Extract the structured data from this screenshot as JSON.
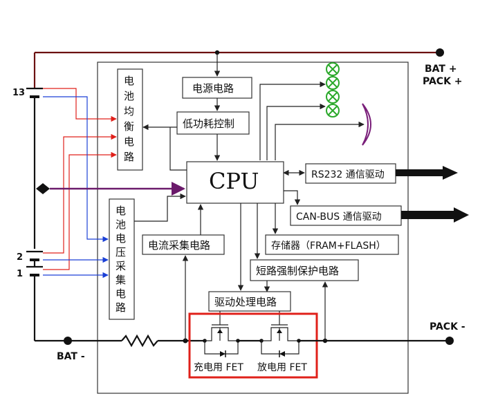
{
  "terminals": {
    "bat_plus": "BAT +",
    "pack_plus": "PACK +",
    "bat_minus": "BAT -",
    "pack_minus": "PACK -"
  },
  "cells": {
    "top_label": "13",
    "mid_label": "2",
    "bottom_label": "1"
  },
  "blocks": {
    "power": "电源电路",
    "low_power": "低功耗控制",
    "cpu": "CPU",
    "balance": [
      "电",
      "池",
      "均",
      "衡",
      "电",
      "路"
    ],
    "voltage": [
      "电",
      "池",
      "电",
      "压",
      "采",
      "集",
      "电",
      "路"
    ],
    "current": "电流采集电路",
    "rs232": "RS232 通信驱动",
    "canbus": "CAN-BUS 通信驱动",
    "memory": "存储器（FRAM+FLASH）",
    "short": "短路强制保护电路",
    "driver": "驱动处理电路"
  },
  "fets": {
    "charge": "充电用 FET",
    "discharge": "放电用 FET"
  },
  "colors": {
    "power_rail": "#6b1010",
    "sense_red": "#e0201a",
    "sense_blue": "#1a3fd6",
    "led_green": "#2aa82a",
    "buzzer_purple": "#7a1f7a",
    "highlight": "#e0201a",
    "arrow_fill": "#111111"
  },
  "icons": {
    "led": "led-indicator-icon",
    "buzzer": "buzzer-icon",
    "resistor": "shunt-resistor-icon",
    "mosfet": "mosfet-icon",
    "diamond": "diamond-port-icon"
  }
}
